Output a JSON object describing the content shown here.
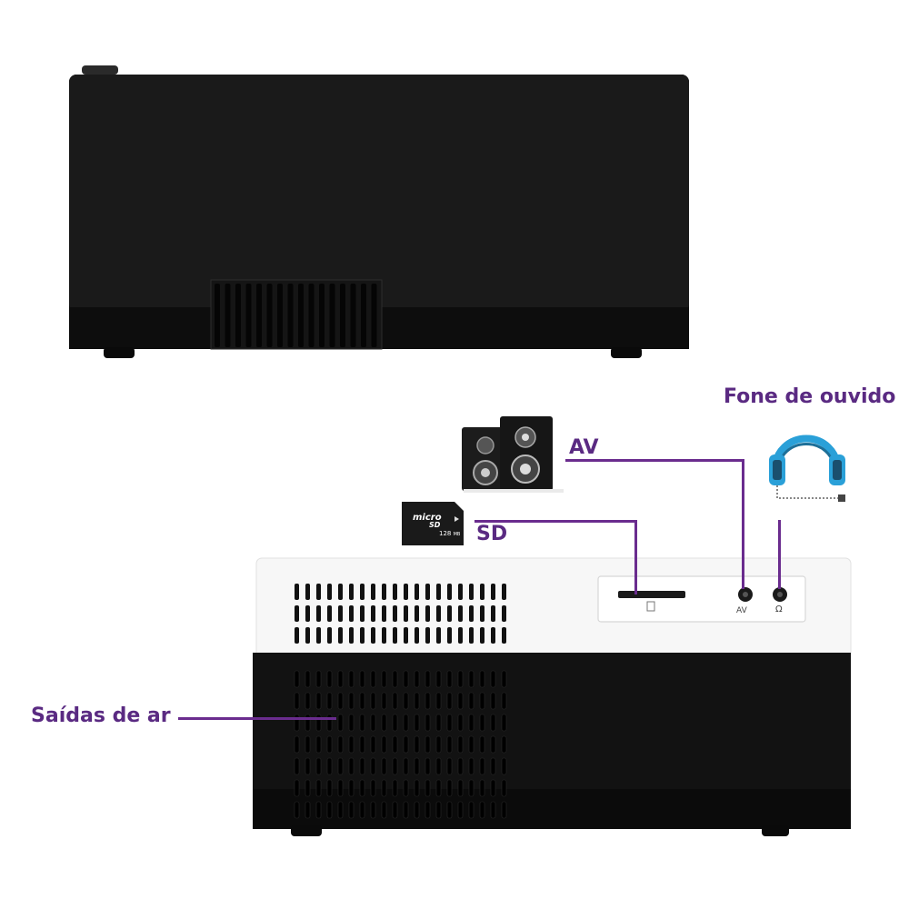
{
  "labels": {
    "headphone": "Fone de ouvido",
    "av": "AV",
    "sd": "SD",
    "air_vents": "Saídas de ar"
  },
  "port_labels": {
    "av": "AV",
    "headphone_symbol": "Ω"
  },
  "microsd_card": {
    "brand_top": "micro",
    "brand_bottom": "SD",
    "capacity": "128",
    "unit": "MB"
  },
  "colors": {
    "callout_text": "#5a2a82",
    "callout_line": "#6a2c8e",
    "headphone_accent": "#2aa0d8"
  }
}
